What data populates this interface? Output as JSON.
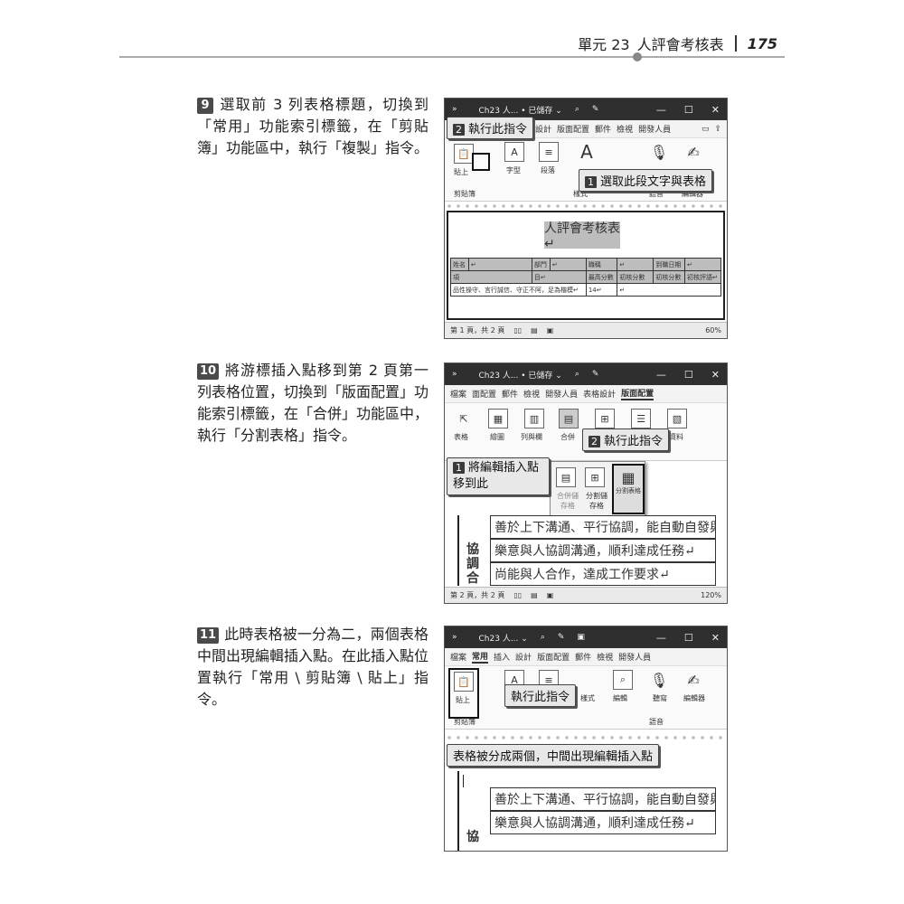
{
  "header": {
    "unit": "單元 23",
    "title": "人評會考核表",
    "page": "175"
  },
  "steps": [
    {
      "num": "9",
      "text": "選取前 3 列表格標題，切換到「常用」功能索引標籤，在「剪貼簿」功能區中，執行「複製」指令。"
    },
    {
      "num": "10",
      "text": "將游標插入點移到第 2 頁第一列表格位置，切換到「版面配置」功能索引標籤，在「合併」功能區中，執行「分割表格」指令。"
    },
    {
      "num": "11",
      "text": "此時表格被一分為二，兩個表格中間出現編輯插入點。在此插入點位置執行「常用 \\ 剪貼簿 \\ 貼上」指令。"
    }
  ],
  "win1": {
    "title": "Ch23 人...  • 已儲存 ⌄",
    "menu": [
      "設計",
      "版面配置",
      "郵件",
      "檢視",
      "開發人員"
    ],
    "ribbon": {
      "paste": "貼上",
      "font": "字型",
      "paragraph": "段落",
      "clipboard": "剪貼簿",
      "styles": "樣式",
      "voice": "語音",
      "editor": "編輯器"
    },
    "callout1": "選取此段文字與表格",
    "callout1_num": "1",
    "callout2": "執行此指令",
    "callout2_num": "2",
    "doc_title": "人評會考核表↵",
    "table": {
      "row1": [
        "姓名",
        "↵",
        "部門",
        "↵",
        "職稱",
        "↵",
        "到職日期",
        "↵"
      ],
      "row2": [
        "項",
        "目↵",
        "最高分數",
        "初核分數",
        "初核分數",
        "初核評語↵"
      ],
      "row3": [
        "品性操守、言行誠信、守正不阿，足為楷模↵",
        "14↵",
        "↵"
      ]
    },
    "status": "第 1 頁，共 2 頁",
    "zoom": "60%"
  },
  "win2": {
    "title": "Ch23 人...  • 已儲存 ⌄",
    "menu": [
      "檔案",
      "面配置",
      "郵件",
      "檢視",
      "開發人員",
      "表格設計",
      "版面配置"
    ],
    "ribbon": {
      "table": "表格",
      "draw": "繪圖",
      "rowscols": "列與欄",
      "merge": "合併",
      "data": "資料"
    },
    "dropdown": {
      "merge_cells": "合併儲存格",
      "split_cells": "分割儲存格",
      "split_table": "分割表格",
      "group": "合併"
    },
    "callout1": "將編輯插入點移到此",
    "callout1_num": "1",
    "callout2": "執行此指令",
    "callout2_num": "2",
    "rows": [
      "善於上下溝通、平行協調，能自動自發與",
      "樂意與人協調溝通，順利達成任務↵",
      "尚能與人合作，達成工作要求↵"
    ],
    "side_label": "協調合",
    "status": "第 2 頁，共 2 頁",
    "zoom": "120%"
  },
  "win3": {
    "title": "Ch23 人...  ⌄",
    "menu": [
      "檔案",
      "常用",
      "插入",
      "設計",
      "版面配置",
      "郵件",
      "檢視",
      "開發人員"
    ],
    "ribbon": {
      "paste": "貼上",
      "styles": "樣式",
      "edit": "編輯",
      "dictate": "聽寫",
      "editor": "編輯器",
      "clipboard": "剪貼簿",
      "voice": "語音"
    },
    "callout1": "執行此指令",
    "callout2": "表格被分成兩個，中間出現編輯插入點",
    "rows": [
      "善於上下溝通、平行協調，能自動自發與",
      "樂意與人協調溝通，順利達成任務↵"
    ],
    "side_label": "協"
  }
}
